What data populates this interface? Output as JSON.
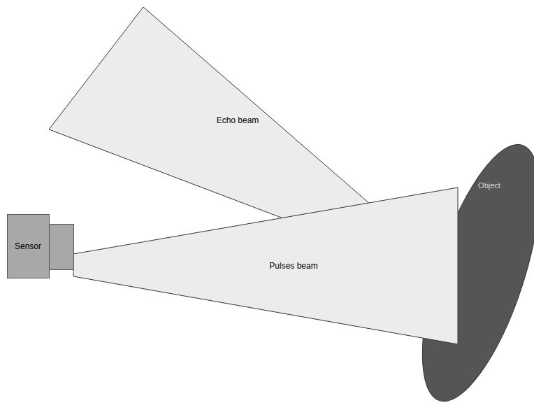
{
  "diagram": {
    "nodes": [
      {
        "text": [
          "Sensor"
        ]
      },
      {
        "text": [
          "Echo beam"
        ]
      },
      {
        "text": [
          "Pulses beam"
        ]
      },
      {
        "text": [
          "Object"
        ]
      }
    ]
  }
}
